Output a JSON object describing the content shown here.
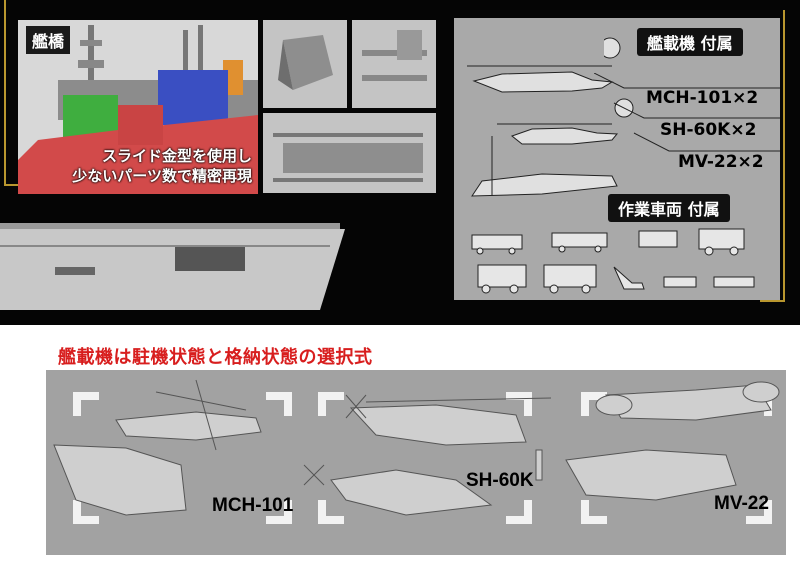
{
  "top": {
    "bridge_badge": "艦橋",
    "bridge_caption_line1": "スライド金型を使用し",
    "bridge_caption_line2": "少ないパーツ数で精密再現"
  },
  "info_panel": {
    "aircraft_header": "艦載機 付属",
    "aircraft": [
      {
        "label": "MCH-101×2"
      },
      {
        "label": "SH-60K×2"
      },
      {
        "label": "MV-22×2"
      }
    ],
    "vehicles_header": "作業車両 付属"
  },
  "bottom": {
    "headline": "艦載機は駐機状態と格納状態の選択式",
    "labels": {
      "mch101": "MCH-101",
      "sh60k": "SH-60K",
      "mv22": "MV-22"
    }
  },
  "colors": {
    "headline_red": "#d81e1e",
    "bridge_red": "#d24a4a",
    "bridge_green": "#3fae3f",
    "bridge_blue": "#3a4fc2",
    "bridge_orange": "#e09030",
    "panel_gray": "#a9a9a9"
  }
}
